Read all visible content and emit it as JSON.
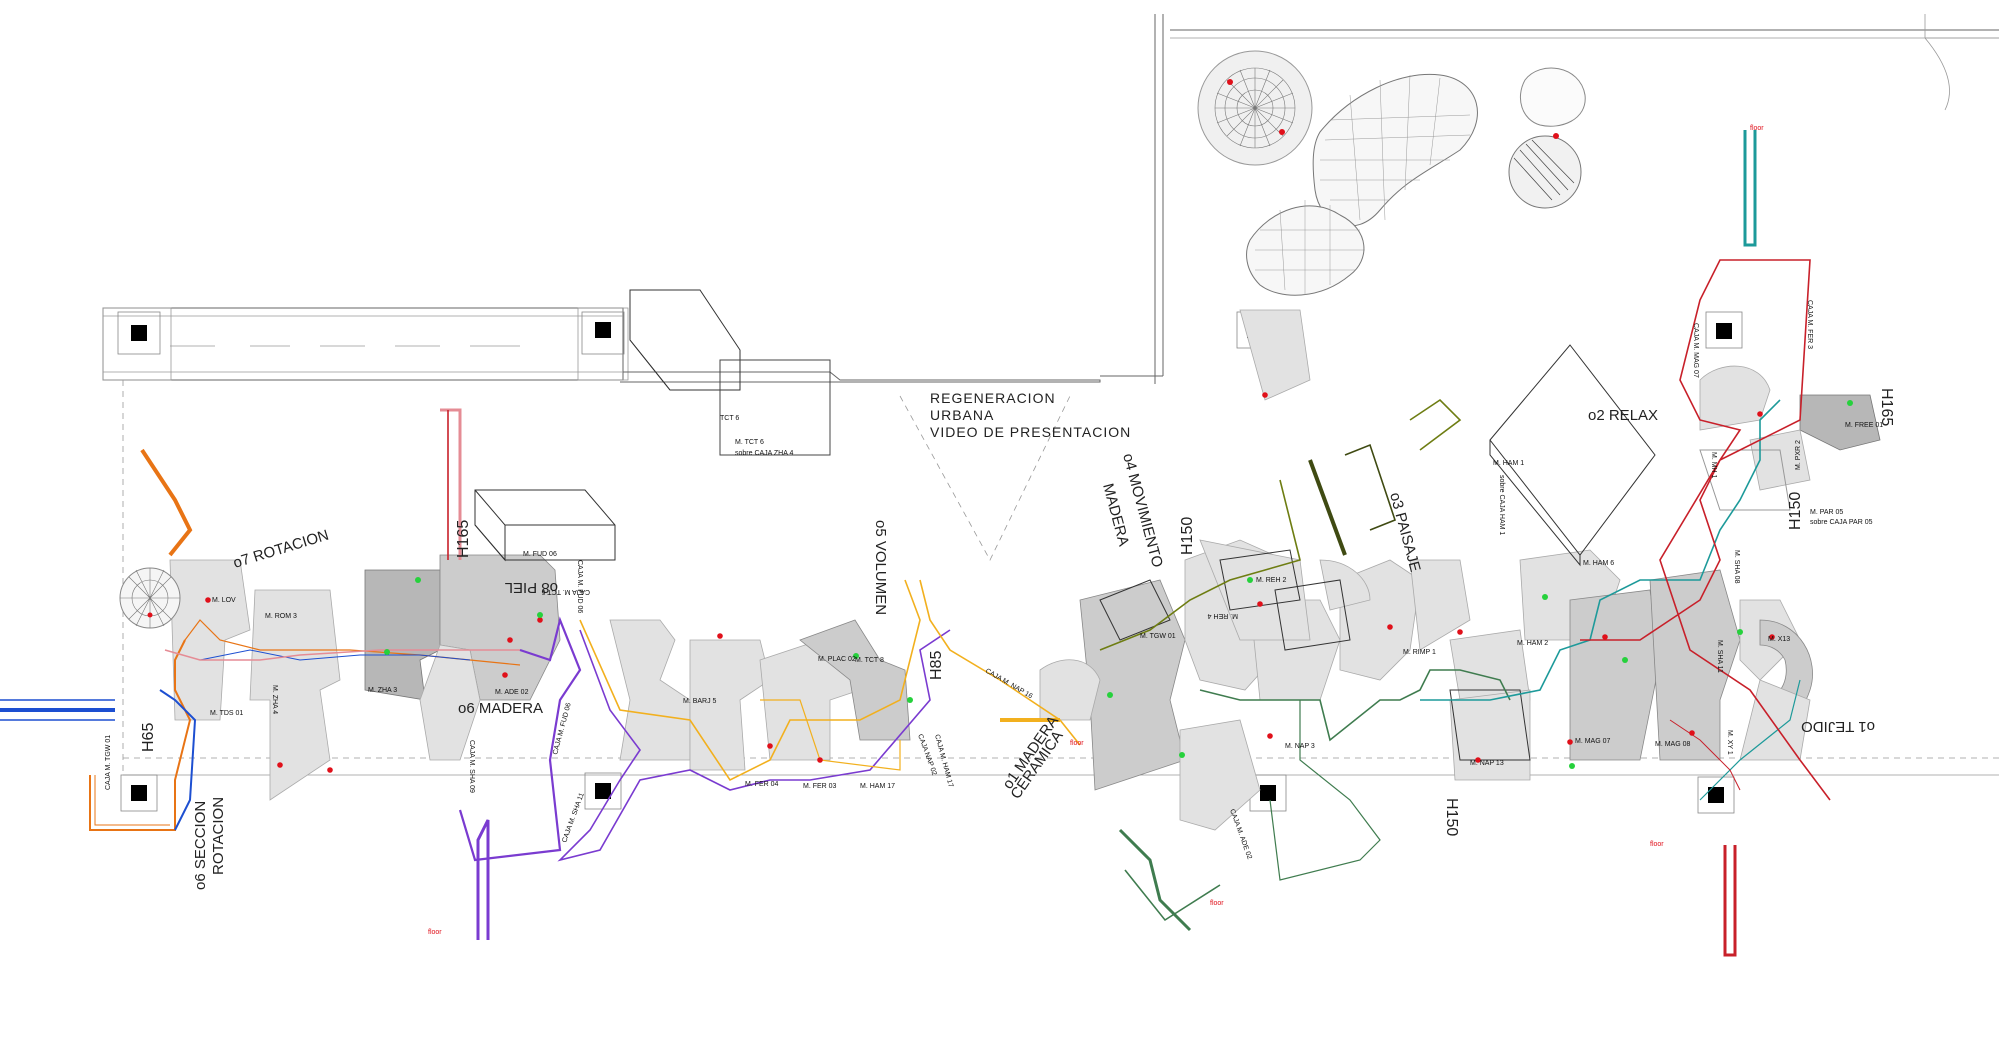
{
  "colors": {
    "orange": "#e87415",
    "blue": "#1d4fd1",
    "red": "#c8202a",
    "pink": "#e58c95",
    "purple": "#7a3bd0",
    "yellow": "#f2b01e",
    "dark_olive": "#3f4a12",
    "olive": "#6e7d12",
    "green": "#3f7c4f",
    "teal": "#1d9a9a",
    "dot_red": "#e0101a",
    "dot_green": "#26d13c"
  },
  "title_lines": [
    "REGENERACION",
    "URBANA",
    "VIDEO DE PRESENTACION"
  ],
  "zones": [
    {
      "label": "o7 ROTACION"
    },
    {
      "label": "o8 PIEL"
    },
    {
      "label": "o5 VOLUMEN"
    },
    {
      "label": "o4 MOVIMIENTO"
    },
    {
      "label": "MADERA"
    },
    {
      "label": "o3 PAISAJE"
    },
    {
      "label": "o2 RELAX"
    },
    {
      "label": "o1 TEJIDO"
    },
    {
      "label": "o6 MADERA"
    },
    {
      "label": "o6 SECCION"
    },
    {
      "label": "ROTACION"
    },
    {
      "label": "o1 MADERA"
    },
    {
      "label": "CERAMICA"
    }
  ],
  "heights": [
    "H65",
    "H165",
    "H85",
    "H150",
    "H150",
    "H165",
    "H150"
  ],
  "floor_label": "floor",
  "items": [
    {
      "label": "M. TCT 6"
    },
    {
      "label": "sobre CAJA ZHA 4"
    },
    {
      "label": "TCT 6"
    },
    {
      "label": "M. FUD 06"
    },
    {
      "label": "CAJA M. TCT 6"
    },
    {
      "label": "M. LOV"
    },
    {
      "label": "M. ROM 3"
    },
    {
      "label": "M. ADE 02"
    },
    {
      "label": "M. ZHA 3"
    },
    {
      "label": "M. ZHA 4"
    },
    {
      "label": "M. TDS 01"
    },
    {
      "label": "CAJA M. TGW 01"
    },
    {
      "label": "CAJA M. SHA 09"
    },
    {
      "label": "CAJA M. FUD 06"
    },
    {
      "label": "CAJA M. SHA 11"
    },
    {
      "label": "M. BARJ 5"
    },
    {
      "label": "M. FER 04"
    },
    {
      "label": "M. FER 03"
    },
    {
      "label": "M. HAM 17"
    },
    {
      "label": "M. PLAC 02"
    },
    {
      "label": "M. TCT 8"
    },
    {
      "label": "CAJA M. HAM 17"
    },
    {
      "label": "CAJA NAP 02"
    },
    {
      "label": "CAJA M. NAP 16"
    },
    {
      "label": "M. REH 2"
    },
    {
      "label": "M. REH 4"
    },
    {
      "label": "M. TGW 01"
    },
    {
      "label": "CAJA M. ADE 02"
    },
    {
      "label": "M. NAP 3"
    },
    {
      "label": "M. RIMP 1"
    },
    {
      "label": "M. NAP 13"
    },
    {
      "label": "M. HAM 2"
    },
    {
      "label": "M. HAM 6"
    },
    {
      "label": "M. MAG 07"
    },
    {
      "label": "M. MAG 08"
    },
    {
      "label": "M. SHA 11"
    },
    {
      "label": "M. SHA 08"
    },
    {
      "label": "M. HAM 1"
    },
    {
      "label": "sobre CAJA HAM 1"
    },
    {
      "label": "M. PAR 05"
    },
    {
      "label": "sobre CAJA PAR 05"
    },
    {
      "label": "M. PXR 2"
    },
    {
      "label": "M. FREE 01"
    },
    {
      "label": "M. MH 1"
    },
    {
      "label": "CAJA M. MAG 07"
    },
    {
      "label": "CAJA M. FER 3"
    },
    {
      "label": "M. XY 1"
    },
    {
      "label": "M. X13"
    },
    {
      "label": "CAJA M. FUD 06"
    }
  ]
}
